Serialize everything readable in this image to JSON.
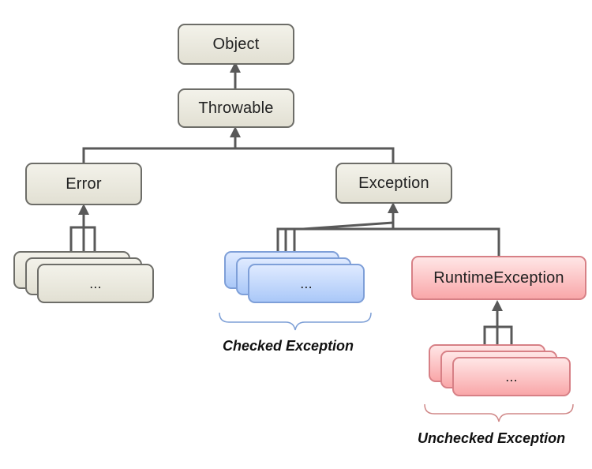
{
  "nodes": {
    "object": "Object",
    "throwable": "Throwable",
    "error": "Error",
    "exception": "Exception",
    "runtime_exception": "RuntimeException",
    "error_children": "...",
    "checked_children": "...",
    "unchecked_children": "..."
  },
  "captions": {
    "checked": "Checked Exception",
    "unchecked": "Unchecked Exception"
  },
  "colors": {
    "base_box": "#e2e0d3",
    "checked_box": "#aac8f8",
    "unchecked_box": "#f9a7a9",
    "connector": "#595959"
  }
}
